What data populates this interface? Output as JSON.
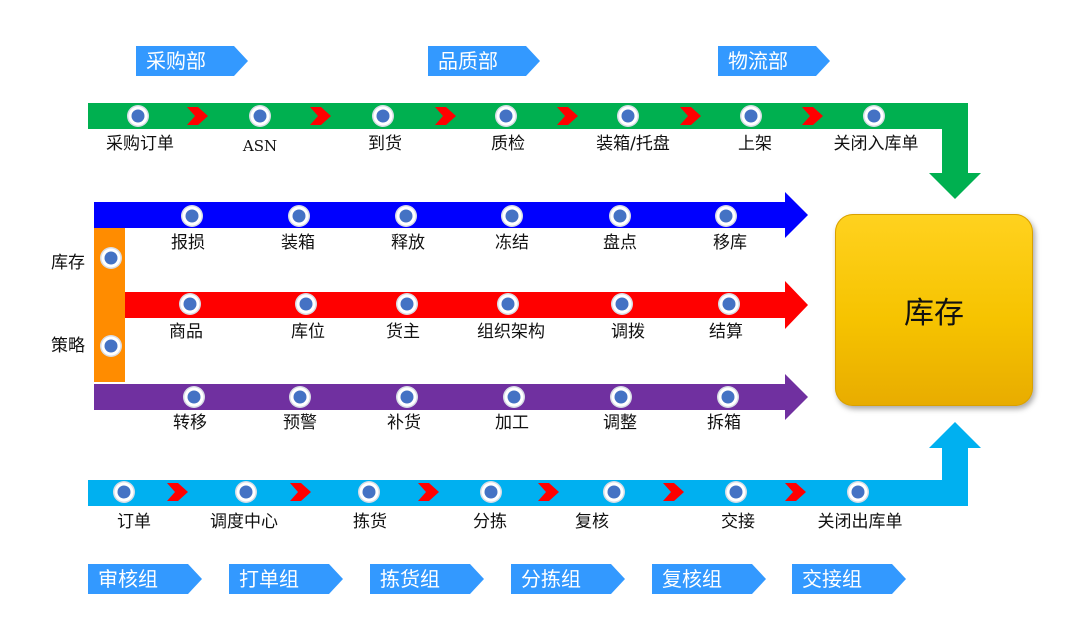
{
  "departments_top": [
    "采购部",
    "品质部",
    "物流部"
  ],
  "inbound": {
    "color": "#00b050",
    "steps": [
      "采购订单",
      "ASN",
      "到货",
      "质检",
      "装箱/托盘",
      "上架",
      "关闭入库单"
    ]
  },
  "inventory": {
    "side_labels": [
      "库存",
      "策略"
    ],
    "connector_color": "#ff8c00",
    "lines": [
      {
        "color": "#0000ff",
        "steps": [
          "报损",
          "装箱",
          "释放",
          "冻结",
          "盘点",
          "移库"
        ]
      },
      {
        "color": "#ff0000",
        "steps": [
          "商品",
          "库位",
          "货主",
          "组织架构",
          "调拨",
          "结算"
        ]
      },
      {
        "color": "#7030a0",
        "steps": [
          "转移",
          "预警",
          "补货",
          "加工",
          "调整",
          "拆箱"
        ]
      }
    ]
  },
  "warehouse": {
    "label": "库存",
    "color": "#ffc000"
  },
  "outbound": {
    "color": "#00b0f0",
    "steps": [
      "订单",
      "调度中心",
      "拣货",
      "分拣",
      "复核",
      "交接",
      "关闭出库单"
    ]
  },
  "groups_bottom": [
    "审核组",
    "打单组",
    "拣货组",
    "分拣组",
    "复核组",
    "交接组"
  ],
  "colors": {
    "node_fill": "#4472c4",
    "node_ring": "#ffffff",
    "chevron": "#ff0000",
    "tag": "#3399ff"
  }
}
